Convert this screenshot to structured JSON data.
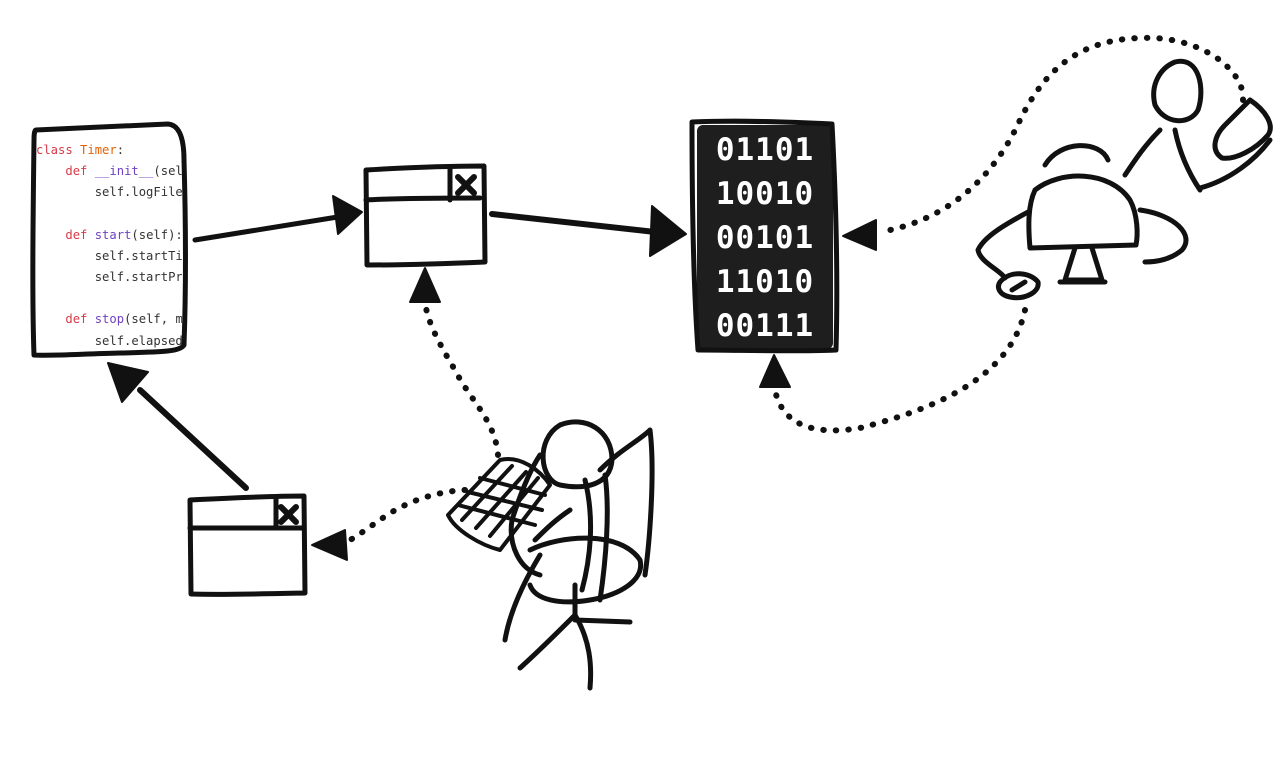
{
  "code": {
    "lines": [
      [
        {
          "t": "class ",
          "c": "kw"
        },
        {
          "t": "Timer",
          "c": "cls"
        },
        {
          "t": ":",
          "c": "plain"
        }
      ],
      [
        {
          "t": "    ",
          "c": "plain"
        },
        {
          "t": "def ",
          "c": "kw"
        },
        {
          "t": "__init__",
          "c": "fn"
        },
        {
          "t": "(self, logFile):",
          "c": "plain"
        }
      ],
      [
        {
          "t": "        self.logFile = logFile",
          "c": "plain"
        }
      ],
      [],
      [
        {
          "t": "    ",
          "c": "plain"
        },
        {
          "t": "def ",
          "c": "kw"
        },
        {
          "t": "start",
          "c": "fn"
        },
        {
          "t": "(self):",
          "c": "plain"
        }
      ],
      [
        {
          "t": "        self.startTime = time.time()",
          "c": "plain"
        }
      ],
      [
        {
          "t": "        self.startPrint()",
          "c": "plain"
        }
      ],
      [],
      [
        {
          "t": "    ",
          "c": "plain"
        },
        {
          "t": "def ",
          "c": "kw"
        },
        {
          "t": "stop",
          "c": "fn"
        },
        {
          "t": "(self, msg):",
          "c": "plain"
        }
      ],
      [
        {
          "t": "        self.elapsed = time.time()",
          "c": "plain"
        }
      ]
    ]
  },
  "binary": {
    "lines": [
      "01101",
      "10010",
      "00101",
      "11010",
      "00111"
    ]
  },
  "colors": {
    "ink": "#111111",
    "binary_bg": "#1e1e1e",
    "keyword": "#d73a49",
    "class_name": "#e36209",
    "function_name": "#6f42c1"
  },
  "icons": [
    "close-x-icon",
    "keyboard-icon",
    "computer-monitor-icon",
    "mouse-icon",
    "office-chair-icon"
  ]
}
